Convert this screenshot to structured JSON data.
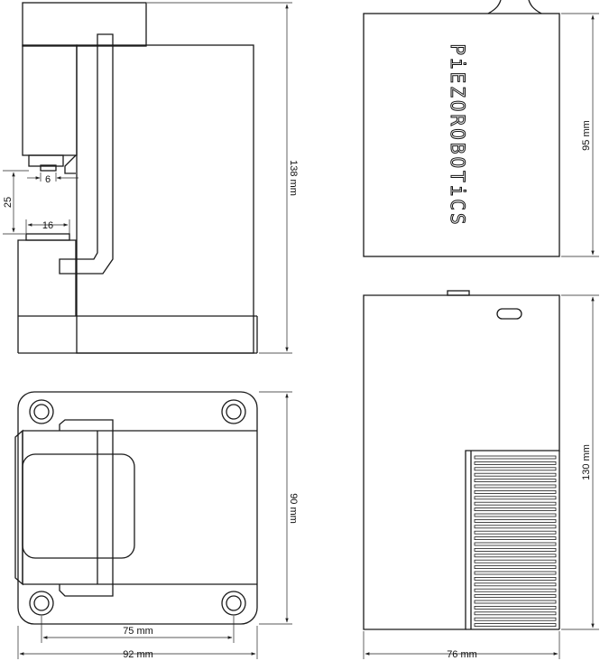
{
  "brand": "PiEZOROBOTiCS",
  "dimensions": {
    "d_6": "6",
    "d_25": "25",
    "d_16": "16",
    "d_138": "138 mm",
    "d_95": "95 mm",
    "d_90": "90 mm",
    "d_130": "130 mm",
    "d_75": "75 mm",
    "d_92": "92 mm",
    "d_76": "76 mm"
  }
}
